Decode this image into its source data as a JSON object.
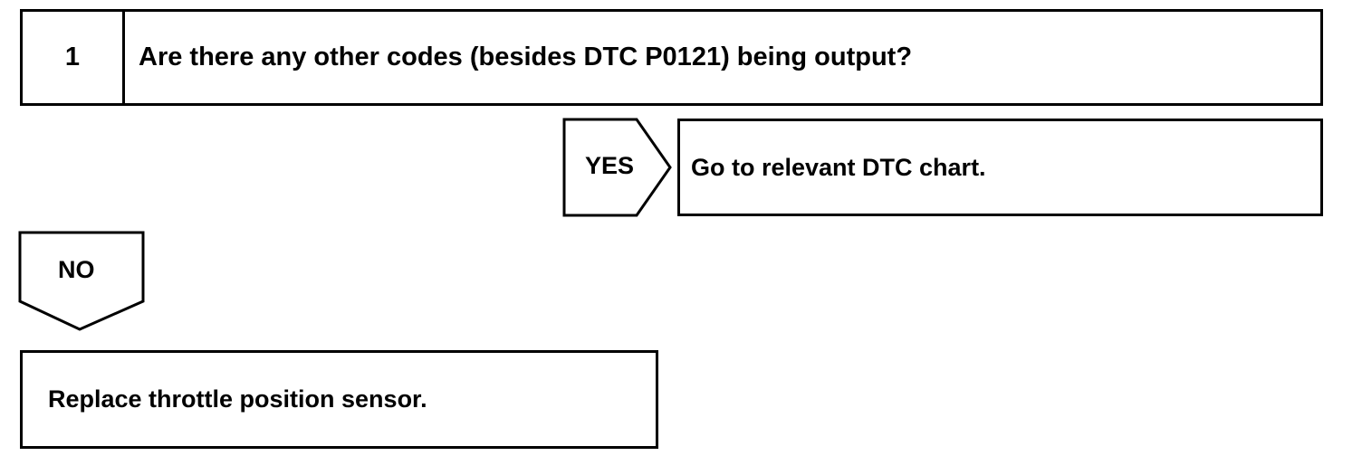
{
  "step": {
    "number": "1",
    "question": "Are there any other codes (besides DTC P0121) being output?"
  },
  "branches": {
    "yes": {
      "label": "YES",
      "action": "Go to relevant DTC chart."
    },
    "no": {
      "label": "NO",
      "action": "Replace throttle position sensor."
    }
  }
}
